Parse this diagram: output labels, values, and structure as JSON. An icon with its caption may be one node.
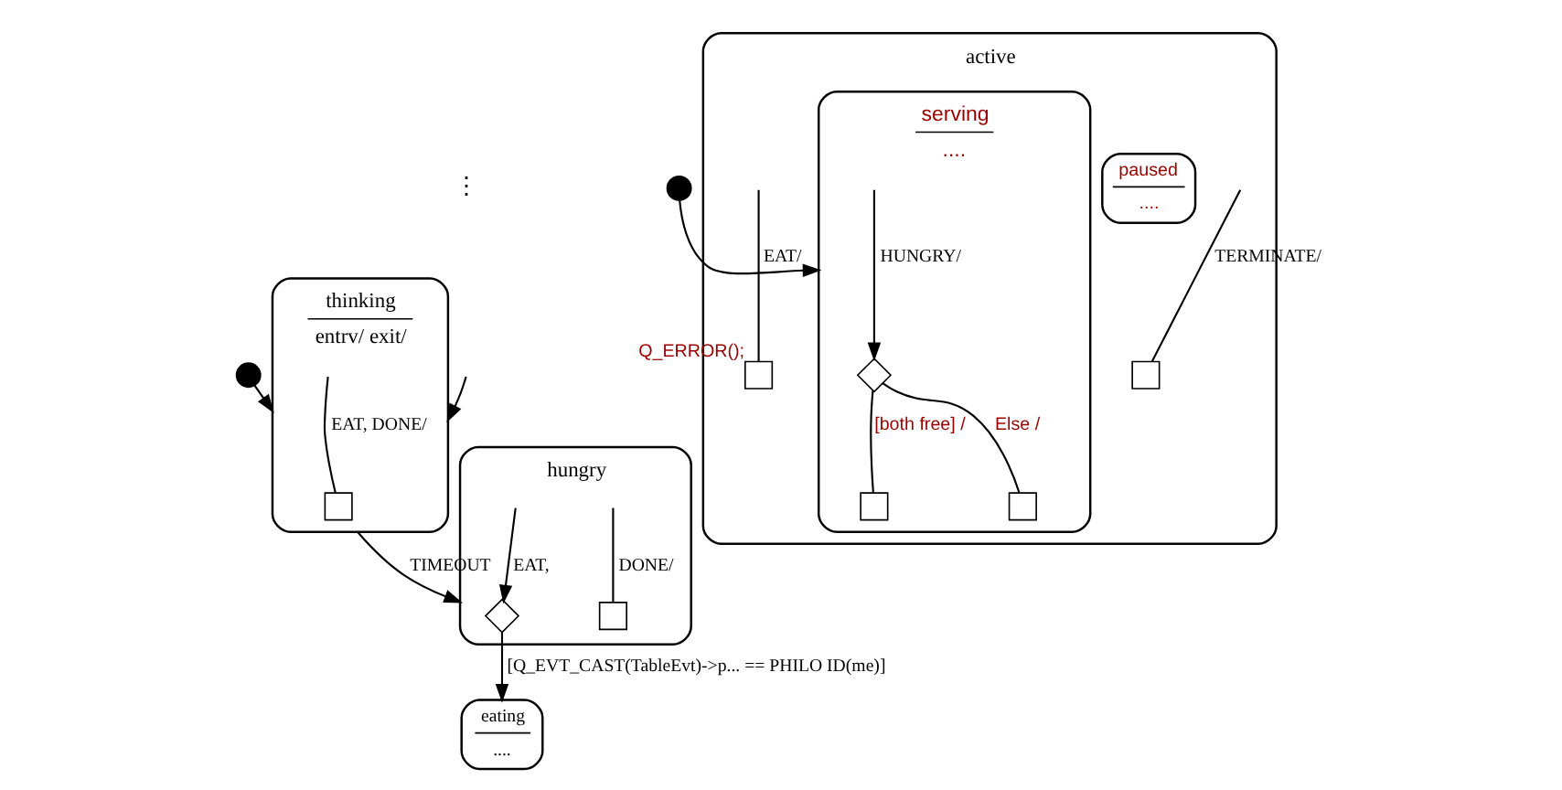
{
  "diagram": {
    "nodes": [
      {
        "text": [],
        "shape": "circle"
      },
      {
        "text": [
          "thinking",
          "entrv/ exit/"
        ]
      },
      {
        "text": [],
        "shape": "box",
        "in": 1
      },
      {
        "text": [
          "hungry"
        ]
      },
      {
        "text": [],
        "shape": "diamond",
        "in": 3
      },
      {
        "text": [],
        "shape": "box",
        "in": 3
      },
      {
        "text": [
          "eating",
          "...."
        ]
      },
      {
        "text": [],
        "shape": "circle"
      },
      {
        "text": [
          "active"
        ]
      },
      {
        "text": [],
        "shape": "box",
        "in": 8
      },
      {
        "text": [],
        "shape": "box",
        "in": 8,
        "beside": [
          "Q_ERROR();"
        ]
      },
      {
        "text": [
          "serving",
          "...."
        ],
        "in": 8
      },
      {
        "text": [],
        "shape": "diamond",
        "in": 11
      },
      {
        "text": [],
        "shape": "box",
        "in": 11
      },
      {
        "text": [],
        "shape": "box",
        "in": 11
      },
      {
        "text": [
          "paused",
          "...."
        ],
        "in": 8
      }
    ],
    "edges": [
      {
        "from": 0,
        "to": 1,
        "arrow": "to"
      },
      {
        "from": null,
        "to": 1,
        "arrow": "to"
      },
      {
        "from": 1,
        "to": 3,
        "arrow": "to",
        "label": "TIMEOUT"
      },
      {
        "from": null,
        "to": 2,
        "arrow": "none",
        "label": "EAT, DONE/"
      },
      {
        "from": null,
        "to": 4,
        "arrow": "to",
        "label": "EAT,"
      },
      {
        "from": 4,
        "to": 6,
        "arrow": "to",
        "label": "[Q_EVT_CAST(TableEvt)->p... == PHILO ID(me)]"
      },
      {
        "from": null,
        "to": 5,
        "arrow": "none",
        "label": "DONE/"
      },
      {
        "from": 7,
        "to": 11,
        "arrow": "to"
      },
      {
        "from": null,
        "to": 9,
        "arrow": "none",
        "label": "TERMINATE/"
      },
      {
        "from": null,
        "to": 10,
        "arrow": "none",
        "label": "EAT/"
      },
      {
        "from": null,
        "to": 12,
        "arrow": "to",
        "label": "HUNGRY/"
      },
      {
        "from": 12,
        "to": 13,
        "arrow": "none",
        "label": "[both free] /"
      },
      {
        "from": 12,
        "to": 14,
        "arrow": "none",
        "label": "Else /"
      }
    ],
    "labels": [
      "⋮"
    ]
  }
}
